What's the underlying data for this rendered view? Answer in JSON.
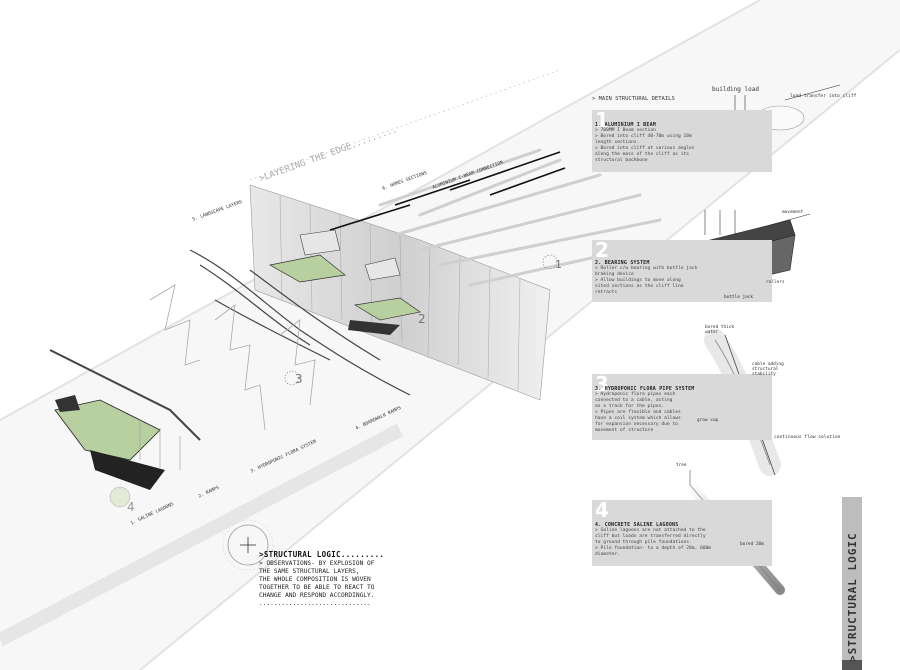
{
  "header": {
    "section_title": "> MAIN STRUCTURAL DETAILS",
    "diagonal_title": ">LAYERING THE EDGE........."
  },
  "panels": [
    {
      "number": "1",
      "title": "1. ALUMINIUM I BEAM",
      "lines": [
        "> 700MM I Beam section",
        "> Bored into cliff 40-70m using 10m",
        "  length sections.",
        "> Bored into cliff at various angles",
        "  along the mass of the cliff as its",
        "  structural backbone"
      ]
    },
    {
      "number": "2",
      "title": "2. BEARING SYSTEM",
      "lines": [
        "> Roller c/w bearing with bottle jack",
        "  braking device",
        "> Allow buildings to move along",
        "  sited sections as the cliff line",
        "  retracts"
      ]
    },
    {
      "number": "3",
      "title": "3. HYDROPONIC FLORA PIPE SYSTEM",
      "lines": [
        "> Hydroponic flora pipes each",
        "  connected to a cable, acting",
        "  as a track for the pipes.",
        "> Pipes are flexible and cables",
        "  have a coil system which allows",
        "  for expansion necessary due to",
        "  movement of structure"
      ]
    },
    {
      "number": "4",
      "title": "4. CONCRETE SALINE LAGOONS",
      "lines": [
        "> Saline lagoons are not attached to the",
        "  cliff but loads are transferred directly",
        "  to ground through pile foundations.",
        "> Pile foundation- to a depth of 20m, 600m",
        "  diameter."
      ]
    }
  ],
  "annotations": {
    "building_load": "building load",
    "load_transfer": "load transfer into cliff",
    "movement": "movement",
    "rollers": "rollers",
    "bottle_jack": "bottle jack",
    "bored_thick_water": "bored thick water",
    "cable_adding_structural_stability": "cable adding structural stability",
    "grow_cup": "grow cup",
    "continuous_flow_solution": "continuous flow solution",
    "tree": "tree",
    "bored_20m": "bored 20m"
  },
  "layer_labels": {
    "landscape_layers": "5. LANDSCAPE LAYERS",
    "homes_sections": "6. HOMES SECTIONS",
    "aluminium_beam_connection": "ALUMINIUM I-BEAM CONNECTION",
    "hydroponic_flora_system": "3. HYDROPONIC FLORA SYSTEM",
    "boardwalk_ramps": "4. BOARDWALK RAMPS",
    "ramps": "2. RAMPS",
    "saline_lagoons": "1. SALINE LAGOONS"
  },
  "markers": {
    "m1": "1",
    "m2": "2",
    "m3": "3",
    "m4": "4"
  },
  "logic": {
    "title": ">STRUCTURAL LOGIC.........",
    "lines": [
      "> OBSERVATIONS- BY EXPLOSION OF",
      "  THE SAME STRUCTURAL LAYERS,",
      "  THE WHOLE COMPOSITION IS WOVEN",
      "  TOGETHER TO BE ABLE TO REACT TO",
      "  CHANGE AND RESPOND ACCORDINGLY.",
      "  .............................."
    ]
  },
  "side_tab": {
    "label": ">STRUCTURAL LOGIC"
  }
}
